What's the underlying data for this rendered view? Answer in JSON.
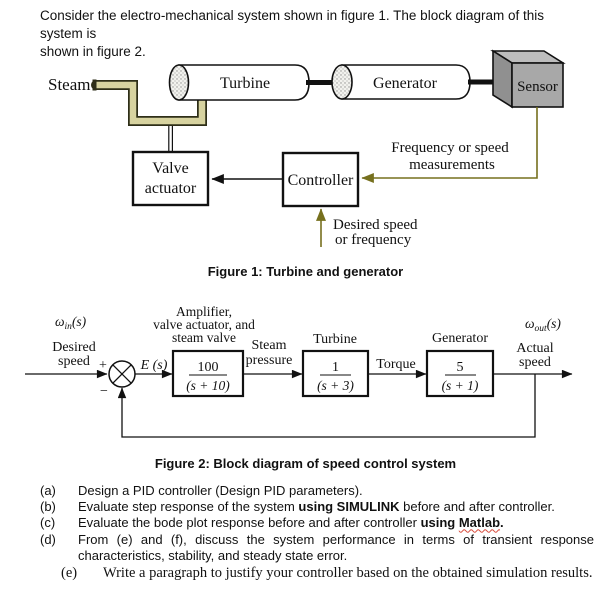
{
  "intro": {
    "line1": "Consider the electro-mechanical system shown in figure 1. The block diagram of this system is",
    "line2": "shown in figure 2."
  },
  "figure1": {
    "caption": "Figure 1: Turbine and generator",
    "labels": {
      "steam": "Steam",
      "turbine": "Turbine",
      "generator": "Generator",
      "sensor": "Sensor",
      "valve_line1": "Valve",
      "valve_line2": "actuator",
      "controller": "Controller",
      "feedback_line1": "Frequency or speed",
      "feedback_line2": "measurements",
      "reference_line1": "Desired speed",
      "reference_line2": "or frequency"
    }
  },
  "figure2": {
    "caption": "Figure 2: Block diagram of speed control system",
    "input_symbol": {
      "omega": "ω",
      "sub": "in",
      "arg": "(s)"
    },
    "output_symbol": {
      "omega": "ω",
      "sub": "out",
      "arg": "(s)"
    },
    "labels": {
      "desired_line1": "Desired",
      "desired_line2": "speed",
      "plus": "+",
      "minus": "−",
      "error": "E (s)",
      "block1_title_line1": "Amplifier,",
      "block1_title_line2": "valve actuator, and",
      "block1_title_line3": "steam valve",
      "steam_line1": "Steam",
      "steam_line2": "pressure",
      "block2_title": "Turbine",
      "torque": "Torque",
      "block3_title": "Generator",
      "actual_line1": "Actual",
      "actual_line2": "speed"
    },
    "blocks": [
      {
        "numerator": "100",
        "denominator": "(s + 10)"
      },
      {
        "numerator": "1",
        "denominator": "(s + 3)"
      },
      {
        "numerator": "5",
        "denominator": "(s + 1)"
      }
    ]
  },
  "questions": [
    {
      "label": "(a)",
      "segments": [
        {
          "text": "Design a PID controller (Design PID parameters)."
        }
      ]
    },
    {
      "label": "(b)",
      "segments": [
        {
          "text": "Evaluate step response of the system "
        },
        {
          "text": "using SIMULINK"
        },
        {
          "text": " before and after controller."
        }
      ]
    },
    {
      "label": "(c)",
      "segments": [
        {
          "text": "Evaluate the bode plot response before and after controller "
        },
        {
          "text": "using "
        },
        {
          "text": "Matlab"
        },
        {
          "text": "."
        }
      ]
    },
    {
      "label": "(d)",
      "segments": [
        {
          "text": "From (e) and (f), discuss the system performance in terms of transient response characteristics, stability, and steady state error."
        }
      ]
    },
    {
      "label": "(e)",
      "segments": [
        {
          "text": "Write a paragraph to justify your controller based on the obtained simulation results."
        }
      ]
    }
  ],
  "colors": {
    "olive_line": "#76701e",
    "pipe_fill": "#d7d3a0",
    "pipe_outline": "#2e2e18",
    "sensor_front": "#a8a8a8",
    "sensor_top": "#bdbdbd",
    "sensor_side": "#909090"
  }
}
